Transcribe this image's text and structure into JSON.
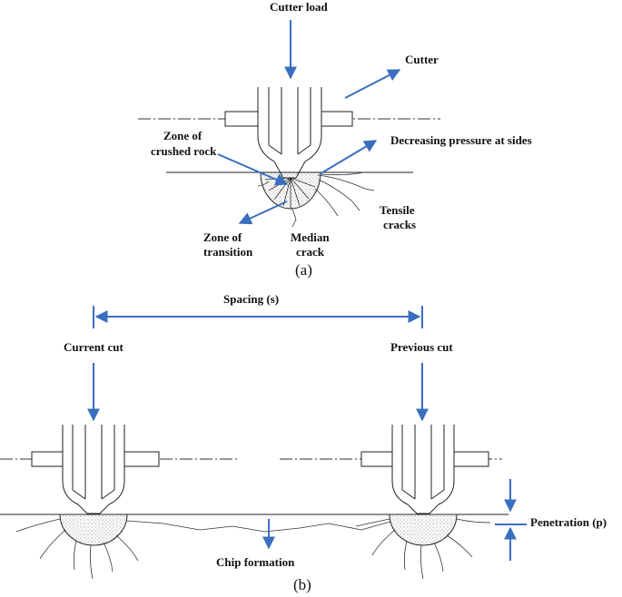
{
  "figure_a": {
    "cutter_load": "Cutter load",
    "cutter": "Cutter",
    "zone_crushed_line1": "Zone of",
    "zone_crushed_line2": "crushed rock",
    "decreasing_pressure": "Decreasing pressure at sides",
    "tensile_line1": "Tensile",
    "tensile_line2": "cracks",
    "zone_transition_line1": "Zone of",
    "zone_transition_line2": "transition",
    "median_line1": "Median",
    "median_line2": "crack",
    "caption": "(a)"
  },
  "figure_b": {
    "spacing": "Spacing (s)",
    "current_cut": "Current cut",
    "previous_cut": "Previous cut",
    "penetration": "Penetration (p)",
    "chip_formation": "Chip formation",
    "caption": "(b)"
  },
  "colors": {
    "arrow": "#3a6fbf",
    "ink": "#222222"
  }
}
